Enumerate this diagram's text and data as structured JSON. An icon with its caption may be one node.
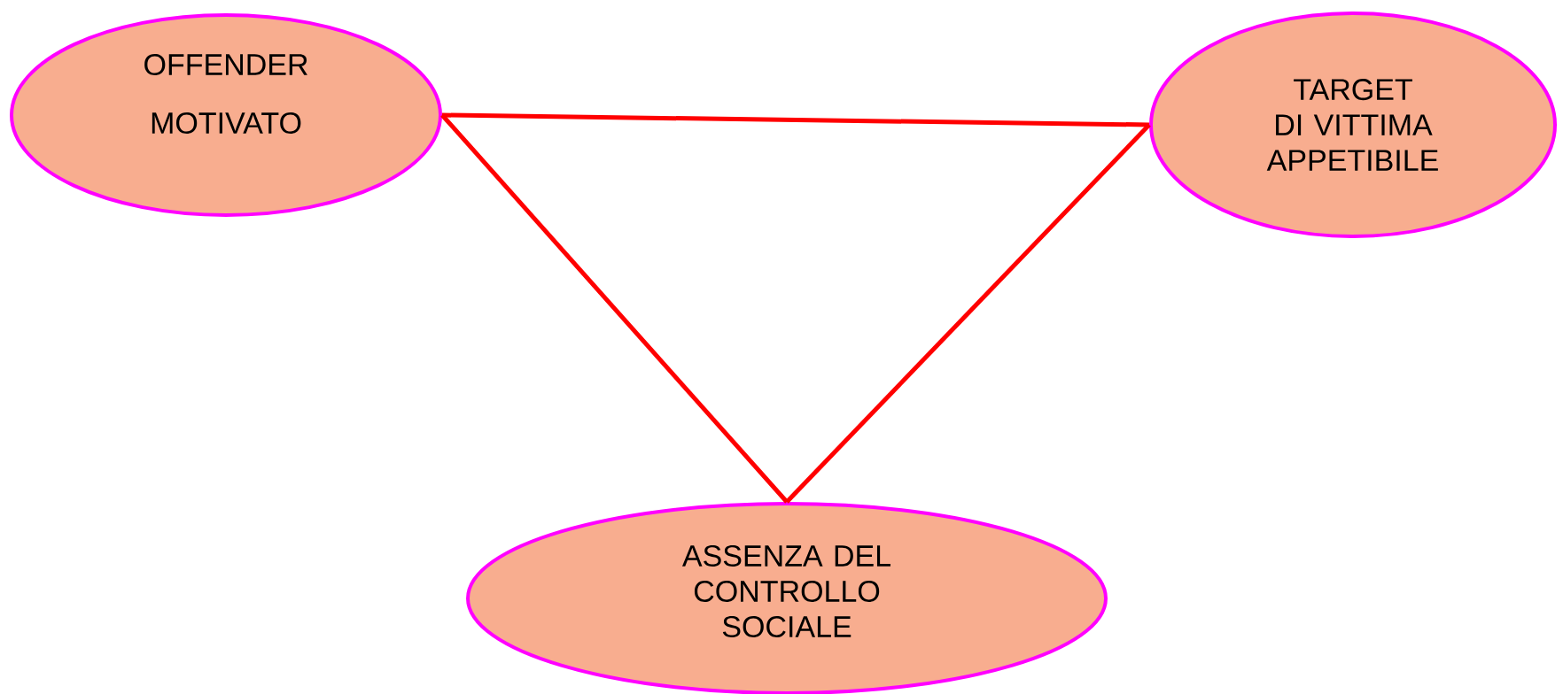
{
  "diagram": {
    "nodes": [
      {
        "text": [
          "OFFENDER MOTIVATO"
        ]
      },
      {
        "text": [
          "TARGET DI VITTIMA APPETIBILE"
        ]
      },
      {
        "text": [
          "ASSENZA DEL CONTROLLO SOCIALE"
        ]
      }
    ],
    "edges": [
      {
        "from": 0,
        "to": 1,
        "arrow": "none"
      },
      {
        "from": 0,
        "to": 2,
        "arrow": "none"
      },
      {
        "from": 2,
        "to": 1,
        "arrow": "none"
      }
    ]
  }
}
